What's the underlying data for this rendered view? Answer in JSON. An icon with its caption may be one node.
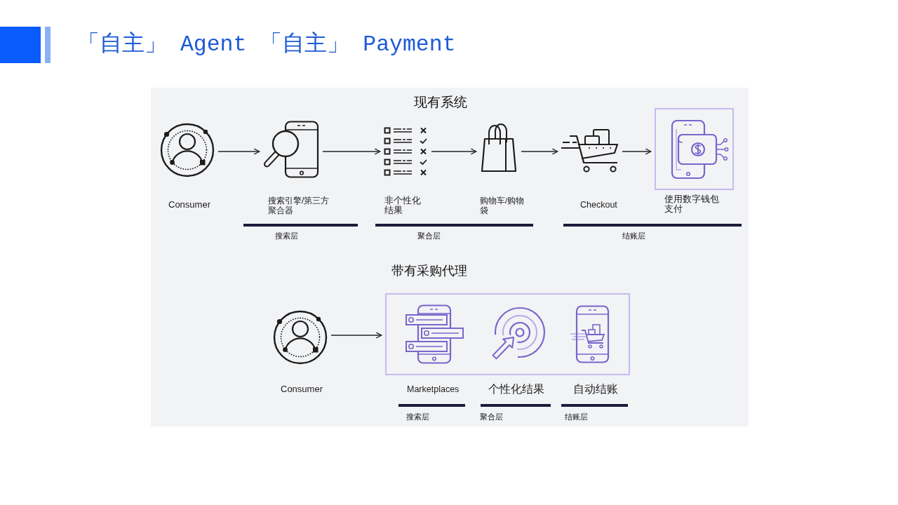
{
  "diagram": {
    "title": "「自主」 Agent 「自主」 Payment",
    "nodes": [
      {
        "text": [],
        "shape": "picture",
        "beside": [
          "Consumer"
        ]
      },
      {
        "text": [],
        "shape": "picture",
        "beside": [
          "搜索引擎/第三方聚合器"
        ]
      },
      {
        "text": [],
        "shape": "picture",
        "beside": [
          "非个性化结果"
        ]
      },
      {
        "text": [],
        "shape": "picture",
        "beside": [
          "购物车/购物袋"
        ]
      },
      {
        "text": [],
        "shape": "picture",
        "beside": [
          "Checkout"
        ]
      },
      {
        "text": [],
        "shape": "picture",
        "beside": [
          "使用数字钱包支付"
        ]
      },
      {
        "text": [],
        "shape": "picture",
        "beside": [
          "Consumer"
        ]
      },
      {
        "text": [],
        "shape": "box"
      },
      {
        "text": [],
        "shape": "picture",
        "in": 7,
        "beside": [
          "Marketplaces"
        ]
      },
      {
        "text": [],
        "shape": "picture",
        "in": 7,
        "beside": [
          "个性化结果"
        ]
      },
      {
        "text": [],
        "shape": "picture",
        "in": 7,
        "beside": [
          "自动结账"
        ]
      }
    ],
    "edges": [
      {
        "from": 0,
        "to": 1,
        "arrow": "to"
      },
      {
        "from": 1,
        "to": 2,
        "arrow": "to"
      },
      {
        "from": 2,
        "to": 3,
        "arrow": "to"
      },
      {
        "from": 3,
        "to": 4,
        "arrow": "to"
      },
      {
        "from": 4,
        "to": 5,
        "arrow": "to"
      },
      {
        "from": 6,
        "to": 7,
        "arrow": "to"
      }
    ],
    "labels": [
      "现有系统",
      "搜索层",
      "聚合层",
      "结账层",
      "带有采购代理",
      "搜索层",
      "聚合层",
      "结账层"
    ]
  }
}
